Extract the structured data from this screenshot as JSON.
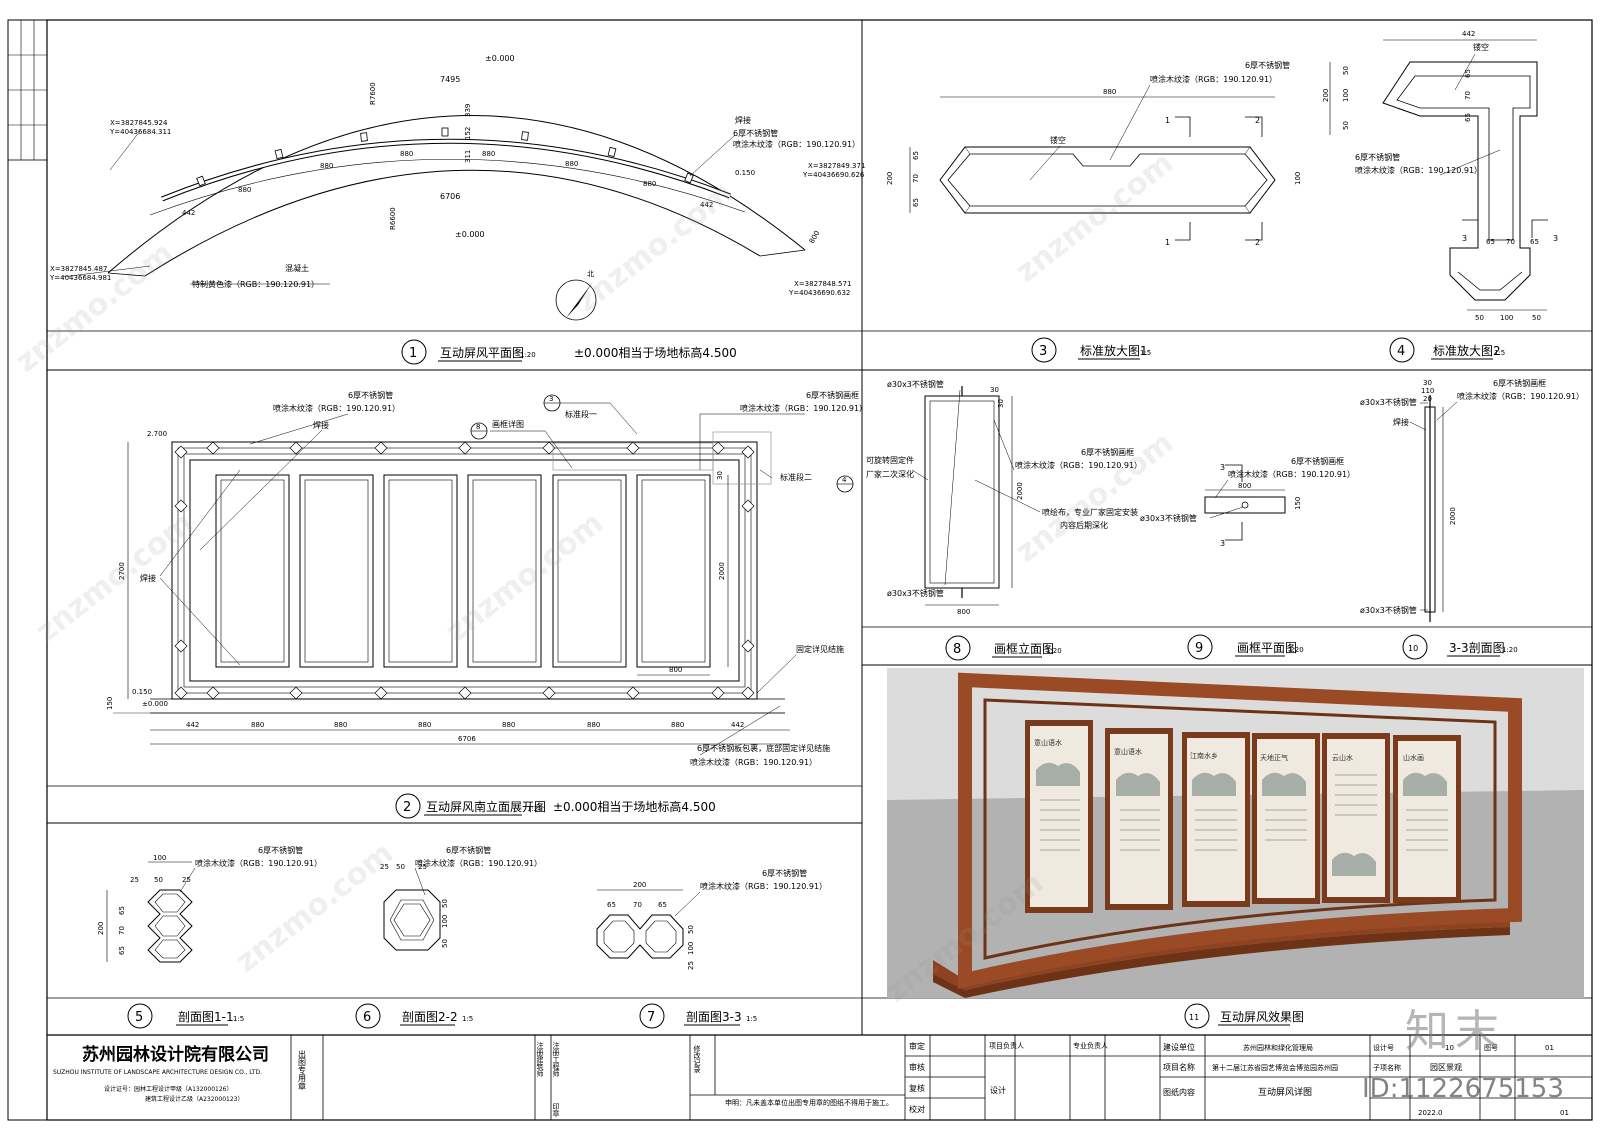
{
  "watermark": "znzmo.com",
  "brand_mark": "知末",
  "document_id": "ID:1122675153",
  "colors": {
    "wood": "#9a4a24",
    "wood_dark": "#6e3216",
    "sky": "#d8d8d8",
    "ground": "#a8a8a8"
  },
  "plan": {
    "elev_top": "±0.000",
    "elev_bottom": "±0.000",
    "arc_length": "7495",
    "inner_length": "6706",
    "r_outer": "R7600",
    "r_inner": "R6600",
    "coord_tl": [
      "X=3827845.924",
      "Y=40436684.311"
    ],
    "coord_bl": [
      "X=3827845.487",
      "Y=40436684.981"
    ],
    "coord_tr": [
      "X=3827849.371",
      "Y=40436690.626"
    ],
    "coord_br": [
      "X=3827848.571",
      "Y=40436690.632"
    ],
    "segs": [
      "442",
      "880",
      "880",
      "880",
      "880",
      "880",
      "880",
      "442"
    ],
    "dim_339": "339",
    "dim_152": "152",
    "dim_311": "311",
    "dim_800": "800",
    "elev_0150": "0.150",
    "weld": "焊接",
    "pipe_note": "6厚不锈钢管",
    "paint_note": "喷涂木纹漆（RGB：190.120.91）",
    "concrete": "混凝土",
    "finish_note": "特制黄色漆（RGB：190.120.91）",
    "north": "北"
  },
  "titles": {
    "t1": {
      "num": "1",
      "name": "互动屏风平面图",
      "scale": "1:20",
      "note": "±0.000相当于场地标高4.500"
    },
    "t2": {
      "num": "2",
      "name": "互动屏风南立面展开图",
      "scale": "1:20",
      "note": "±0.000相当于场地标高4.500"
    },
    "t3": {
      "num": "3",
      "name": "标准放大图1",
      "scale": "1:5"
    },
    "t4": {
      "num": "4",
      "name": "标准放大图2",
      "scale": "1:5"
    },
    "t5": {
      "num": "5",
      "name": "剖面图1-1",
      "scale": "1:5"
    },
    "t6": {
      "num": "6",
      "name": "剖面图2-2",
      "scale": "1:5"
    },
    "t7": {
      "num": "7",
      "name": "剖面图3-3",
      "scale": "1:5"
    },
    "t8": {
      "num": "8",
      "name": "画框立面图",
      "scale": "1:20"
    },
    "t9": {
      "num": "9",
      "name": "画框平面图",
      "scale": "1:20"
    },
    "t10": {
      "num": "10",
      "name": "3-3剖面图",
      "scale": "1:20"
    },
    "t11": {
      "num": "11",
      "name": "互动屏风效果图"
    }
  },
  "detail3": {
    "pipe": "6厚不锈钢管",
    "paint": "喷涂木纹漆（RGB：190.120.91）",
    "w880": "880",
    "hollow": "镂空",
    "h200": "200",
    "h65a": "65",
    "h70": "70",
    "h65b": "65",
    "r100": "100",
    "sec1": "1",
    "sec2": "2"
  },
  "detail4": {
    "w442": "442",
    "hollow": "镂空",
    "d50a": "50",
    "d100": "100",
    "d50b": "50",
    "d200": "200",
    "d65": "65",
    "d70": "70",
    "d65b": "65",
    "pipe": "6厚不锈钢管",
    "paint": "喷涂木纹漆（RGB：190.120.91）",
    "sec3": "3",
    "b65": "65",
    "b70": "70",
    "b65b": "65",
    "b50": "50",
    "b100": "100",
    "b50b": "50"
  },
  "elev": {
    "elev_2700": "2.700",
    "elev_0150": "0.150",
    "elev_0000": "±0.000",
    "h2700": "2700",
    "h2000": "2000",
    "h150": "150",
    "h30": "30",
    "w800": "800",
    "dims": [
      "442",
      "880",
      "880",
      "880",
      "880",
      "880",
      "880",
      "442"
    ],
    "total": "6706",
    "weld": "焊接",
    "weld2": "焊接",
    "pipe": "6厚不锈钢管",
    "paint": "喷涂木纹漆（RGB：190.120.91）",
    "frame_pipe": "6厚不锈钢画框",
    "frame_paint": "喷涂木纹漆（RGB：190.120.91）",
    "frame_ref": "画框详图",
    "frame_ref_num": "8",
    "std1": "标准段一",
    "std1_num": "3",
    "std2": "标准段二",
    "std2_num": "4",
    "fix_note": "固定详见结施",
    "base_note1": "6厚不锈钢板包裹，底部固定详见结施",
    "base_note2": "喷涂木纹漆（RGB：190.120.91）"
  },
  "sec5": {
    "d100": "100",
    "d25": "25",
    "d50": "50",
    "d25b": "25",
    "d200": "200",
    "d65": "65",
    "d70": "70",
    "d65b": "65",
    "pipe": "6厚不锈钢管",
    "paint": "喷涂木纹漆（RGB：190.120.91）"
  },
  "sec6": {
    "d25": "25",
    "d50": "50",
    "d25b": "25",
    "d50a": "50",
    "d100": "100",
    "d50b": "50",
    "pipe": "6厚不锈钢管",
    "paint": "喷涂木纹漆（RGB：190.120.91）"
  },
  "sec7": {
    "d200": "200",
    "d65": "65",
    "d70": "70",
    "d65b": "65",
    "d50": "50",
    "d100": "100",
    "d25": "25",
    "pipe": "6厚不锈钢管",
    "paint": "喷涂木纹漆（RGB：190.120.91）"
  },
  "frame8": {
    "pipe_top": "ø30x3不锈钢管",
    "pipe_bot": "ø30x3不锈钢管",
    "d30": "30",
    "d30b": "30",
    "h2000": "2000",
    "w800": "800",
    "frame_pipe": "6厚不锈钢画框",
    "frame_paint": "喷涂木纹漆（RGB：190.120.91）",
    "rot1": "可旋转固定件",
    "rot2": "厂家二次深化",
    "print1": "喷绘布，专业厂家固定安装",
    "print2": "内容后期深化"
  },
  "frame9": {
    "frame_pipe": "6厚不锈钢画框",
    "paint": "喷涂木纹漆（RGB：190.120.91）",
    "w800": "800",
    "d150": "150",
    "pipe": "ø30x3不锈钢管",
    "sec3": "3",
    "sec3b": "3"
  },
  "frame10": {
    "d30": "30",
    "d110": "110",
    "d20": "20",
    "frame_pipe": "6厚不锈钢画框",
    "paint": "喷涂木纹漆（RGB：190.120.91）",
    "pipe_top": "ø30x3不锈钢管",
    "weld": "焊接",
    "h2000": "2000",
    "pipe_bot": "ø30x3不锈钢管"
  },
  "render": {
    "panels": [
      "意山语水",
      "意山语水",
      "江南水乡",
      "天地正气",
      "云山水",
      "山水画"
    ]
  },
  "titleblock": {
    "company_cn": "苏州园林设计院有限公司",
    "company_en": "SUZHOU INSTITUTE OF LANDSCAPE ARCHITECTURE DESIGN CO., LTD.",
    "cert1": "设计证号：园林工程设计甲级（A132000126）",
    "cert2": "建筑工程设计乙级（A232000123）",
    "use_seal": "出图专用章",
    "reg_arch": "注册建筑师",
    "reg_eng": "注册工程师",
    "seal": "印章",
    "revision": "修改记录",
    "declaration": "申明：凡未盖本单位出图专用章的图纸不得用于施工。",
    "roles": [
      "审定",
      "审核",
      "复核",
      "校对"
    ],
    "proj_lead": "项目负责人",
    "design": "设计",
    "spec_lead": "专业负责人",
    "client_label": "建设单位",
    "client": "苏州园林和绿化管理局",
    "proj_label": "项目名称",
    "proj": "第十二届江苏省园艺博览会博览园苏州园",
    "content_label": "图纸内容",
    "content": "互动屏风详图",
    "design_no_label": "设计号",
    "design_no": "10",
    "sub_label": "子项名称",
    "sub": "园区景观",
    "no_label": "图号",
    "no": "01",
    "date": "2022.0",
    "sheet": "01"
  }
}
